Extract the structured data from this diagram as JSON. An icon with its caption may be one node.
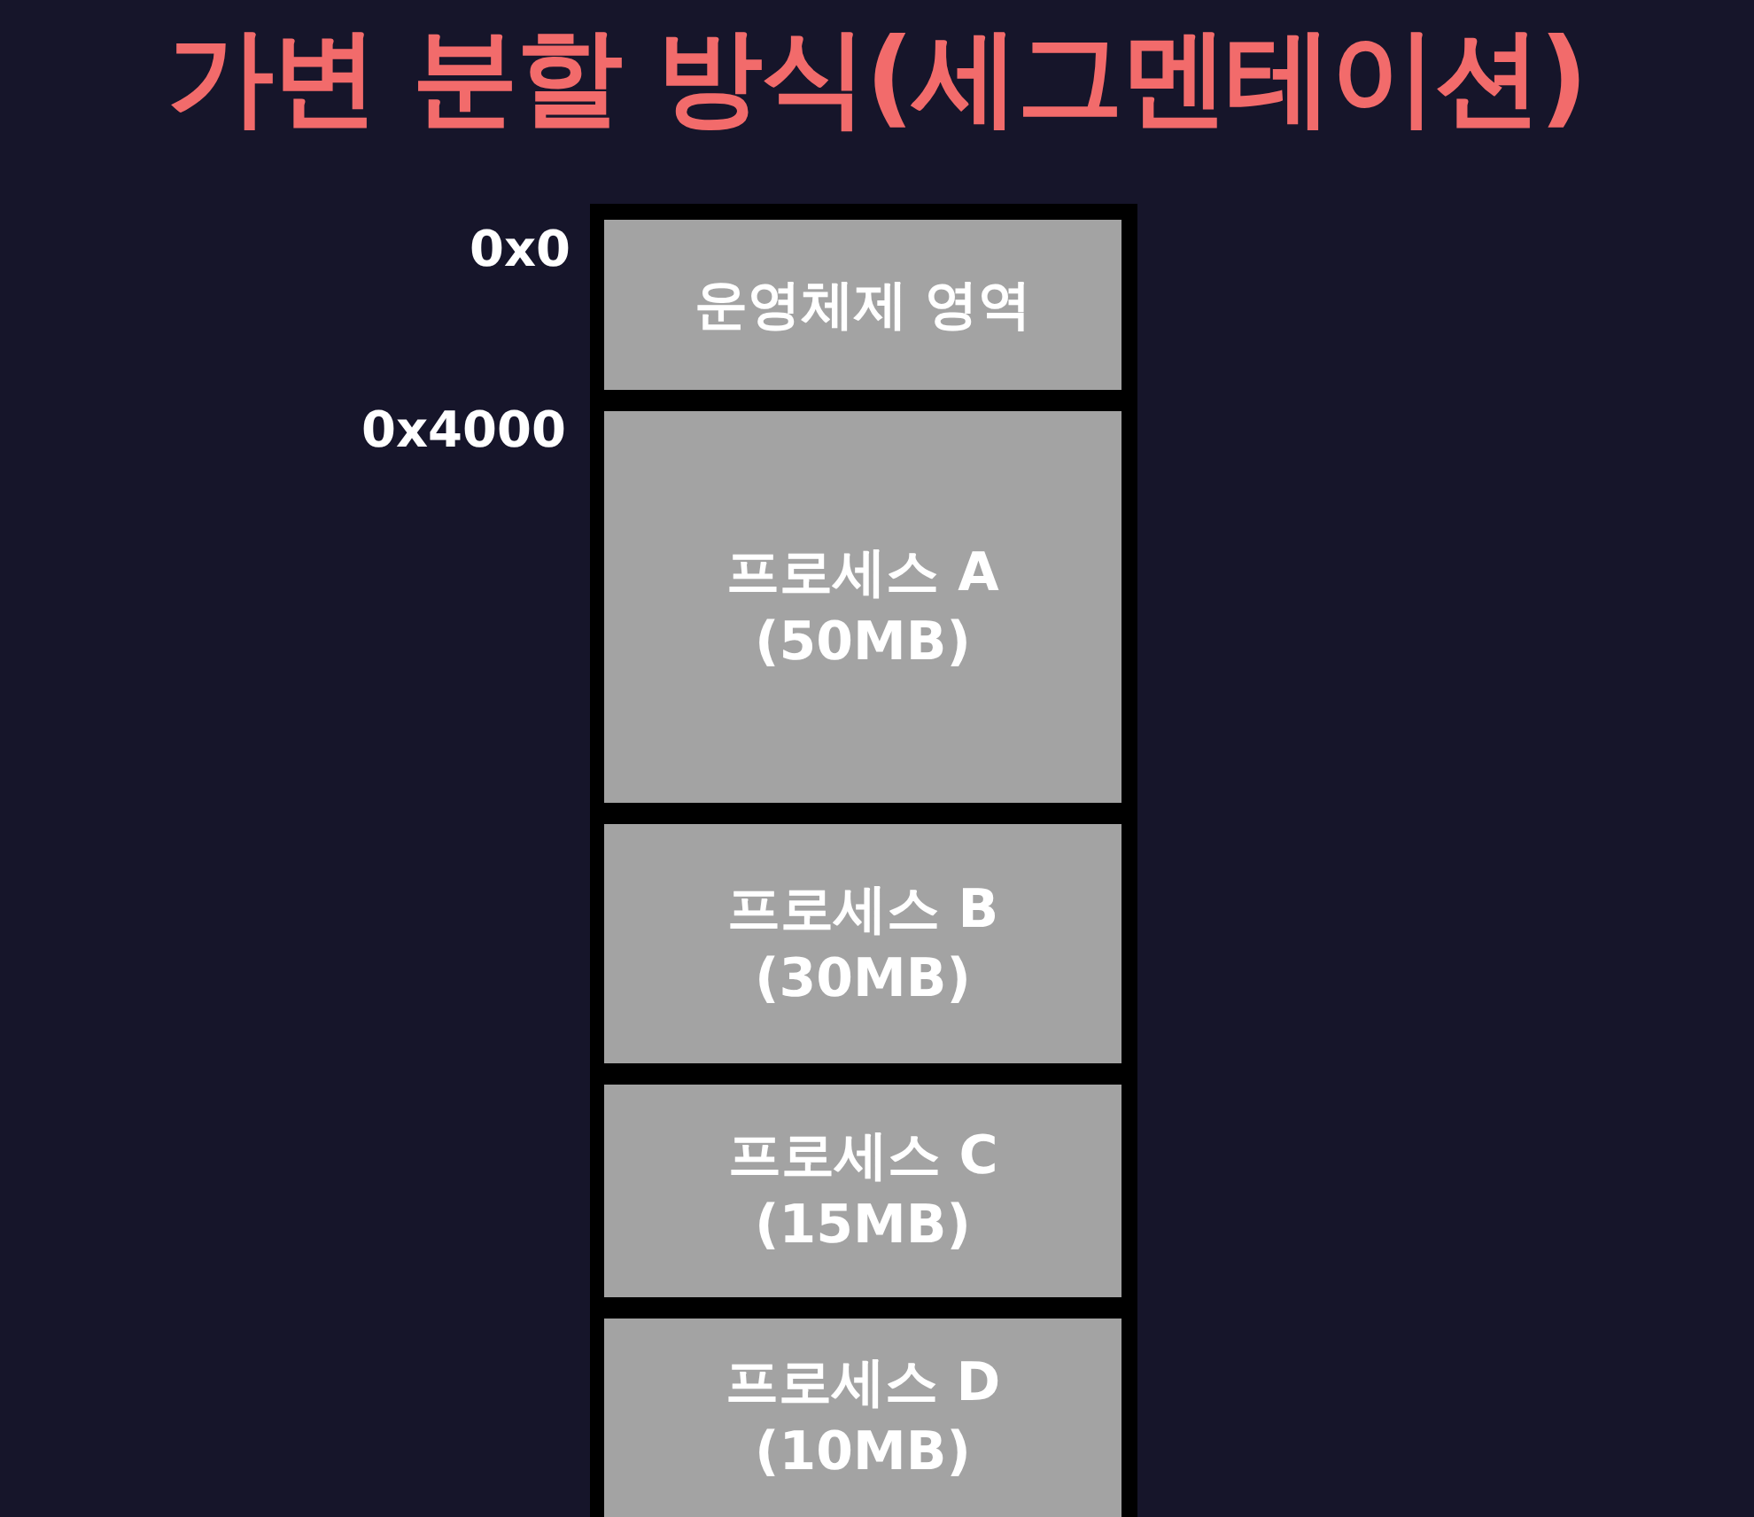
{
  "diagram": {
    "title": "가변 분할 방식(세그멘테이션)",
    "nodes": [
      {
        "text": [],
        "shape": "box"
      },
      {
        "text": [
          "운영체제 영역"
        ],
        "in": 0
      },
      {
        "text": [
          "프로세스 A (50MB)"
        ],
        "in": 0
      },
      {
        "text": [
          "프로세스 B (30MB)"
        ],
        "in": 0
      },
      {
        "text": [
          "프로세스 C (15MB)"
        ],
        "in": 0
      },
      {
        "text": [
          "프로세스 D (10MB)"
        ],
        "in": 0
      }
    ],
    "labels": [
      "0x0",
      "0x4000"
    ]
  }
}
